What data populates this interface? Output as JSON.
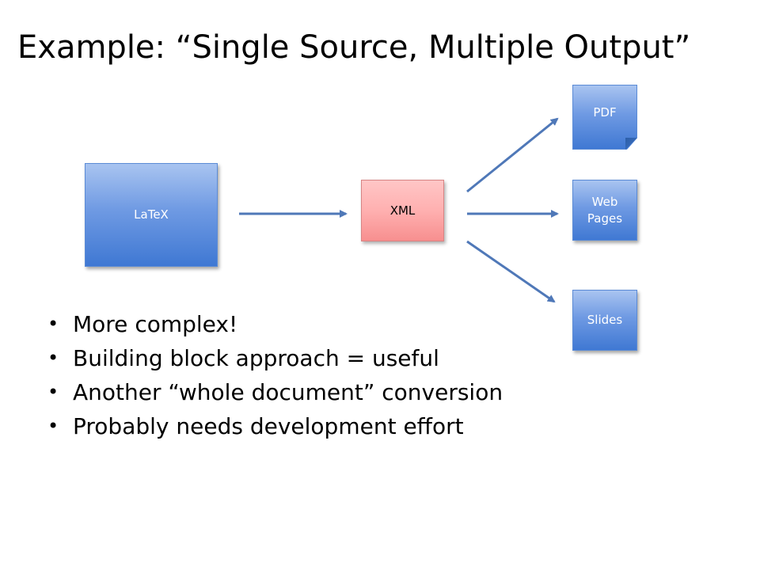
{
  "title": "Example: “Single Source, Multiple Output”",
  "diagram": {
    "source": "LaTeX",
    "intermediate": "XML",
    "outputs": [
      "PDF",
      "Web Pages",
      "Slides"
    ],
    "colors": {
      "blue_box": "#4f83d6",
      "pink_box": "#ffb0b0",
      "arrow": "#4f78b8"
    }
  },
  "bullets": [
    "More complex!",
    "Building block approach = useful",
    "Another “whole document” conversion",
    "Probably needs development effort"
  ]
}
